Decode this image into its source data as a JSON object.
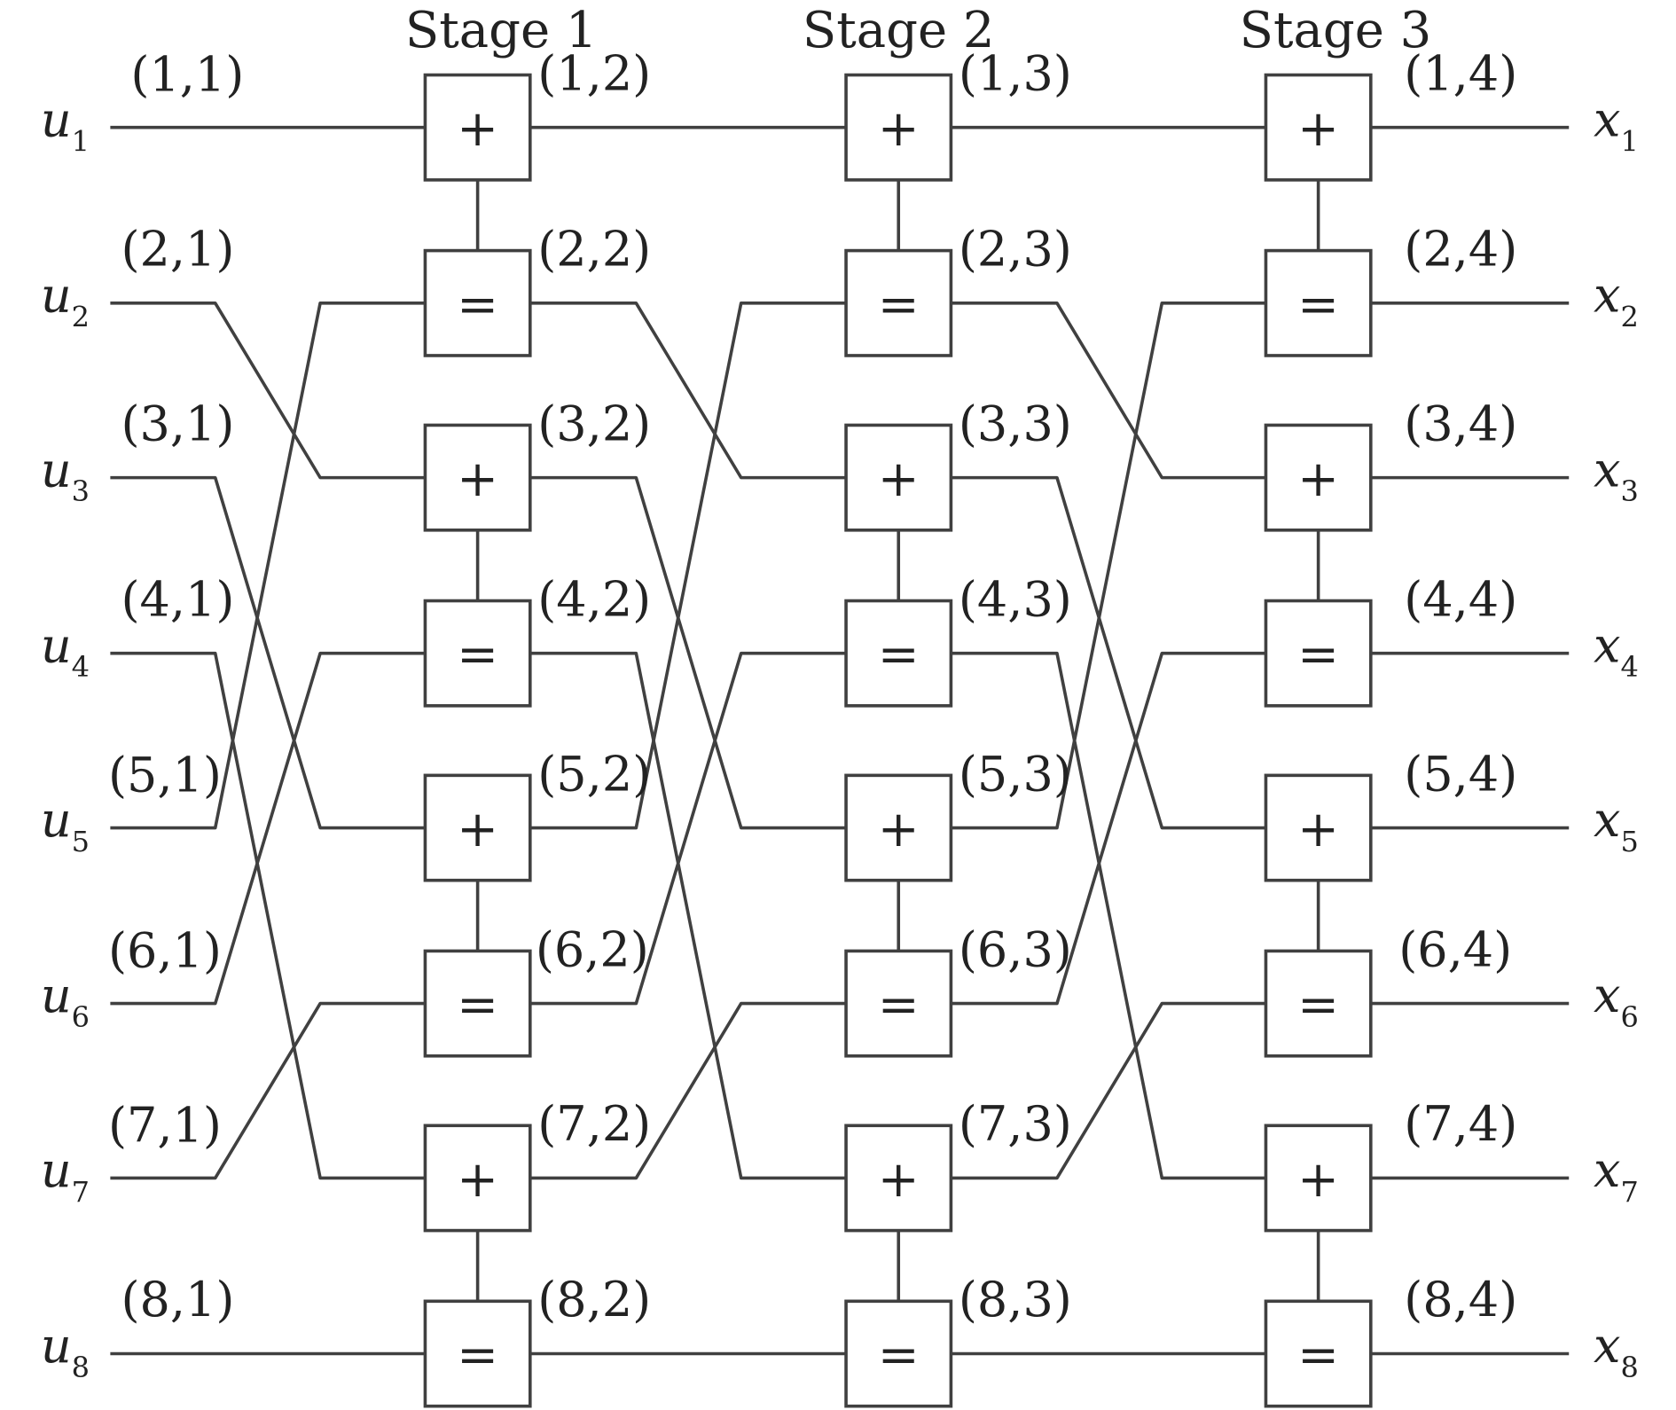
{
  "stages": [
    "Stage 1",
    "Stage 2",
    "Stage 3"
  ],
  "inputs": [
    {
      "base": "u",
      "sub": "1"
    },
    {
      "base": "u",
      "sub": "2"
    },
    {
      "base": "u",
      "sub": "3"
    },
    {
      "base": "u",
      "sub": "4"
    },
    {
      "base": "u",
      "sub": "5"
    },
    {
      "base": "u",
      "sub": "6"
    },
    {
      "base": "u",
      "sub": "7"
    },
    {
      "base": "u",
      "sub": "8"
    }
  ],
  "outputs": [
    {
      "base": "x",
      "sub": "1"
    },
    {
      "base": "x",
      "sub": "2"
    },
    {
      "base": "x",
      "sub": "3"
    },
    {
      "base": "x",
      "sub": "4"
    },
    {
      "base": "x",
      "sub": "5"
    },
    {
      "base": "x",
      "sub": "6"
    },
    {
      "base": "x",
      "sub": "7"
    },
    {
      "base": "x",
      "sub": "8"
    }
  ],
  "node_ops": [
    "+",
    "=",
    "+",
    "=",
    "+",
    "=",
    "+",
    "="
  ],
  "edge_labels": [
    [
      "(1,1)",
      "(2,1)",
      "(3,1)",
      "(4,1)",
      "(5,1)",
      "(6,1)",
      "(7,1)",
      "(8,1)"
    ],
    [
      "(1,2)",
      "(2,2)",
      "(3,2)",
      "(4,2)",
      "(5,2)",
      "(6,2)",
      "(7,2)",
      "(8,2)"
    ],
    [
      "(1,3)",
      "(2,3)",
      "(3,3)",
      "(4,3)",
      "(5,3)",
      "(6,3)",
      "(7,3)",
      "(8,3)"
    ],
    [
      "(1,4)",
      "(2,4)",
      "(3,4)",
      "(4,4)",
      "(5,4)",
      "(6,4)",
      "(7,4)",
      "(8,4)"
    ]
  ],
  "permutation": [
    1,
    5,
    2,
    6,
    3,
    7,
    4,
    8
  ]
}
